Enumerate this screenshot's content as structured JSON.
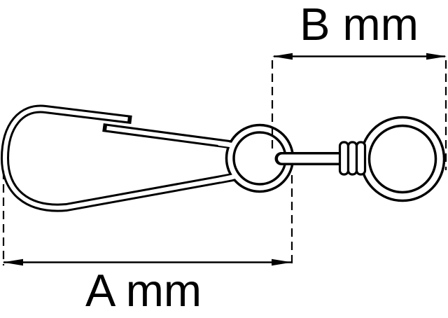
{
  "figure": {
    "type": "technical dimension drawing",
    "subject": "snap hook with swivel barrel and round ring",
    "background": "#ffffff",
    "line_color": "#000000"
  },
  "css_vars": {
    "line-color": "#000000",
    "bg-color": "#ffffff"
  },
  "dimensions": {
    "a": {
      "label": "A mm"
    },
    "b": {
      "label": "B mm"
    }
  }
}
